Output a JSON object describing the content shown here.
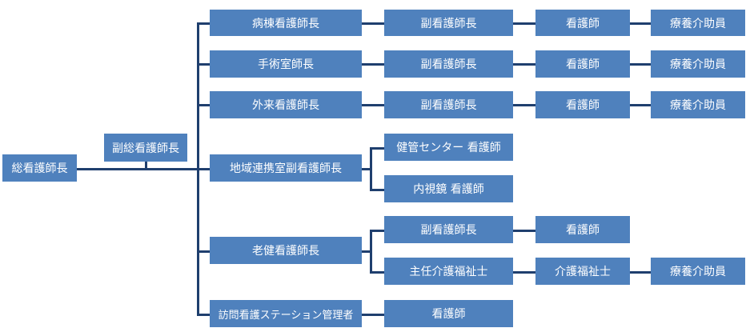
{
  "nodes": {
    "director": "総看護師長",
    "deputy_director": "副総看護師長",
    "ward_head": "病棟看護師長",
    "surgery_head": "手術室師長",
    "outpatient_head": "外来看護師長",
    "community_deputy": "地域連携室副看護師長",
    "elderly_head": "老健看護師長",
    "visiting_manager": "訪問看護ステーション管理者",
    "health_center_nurse": "健管センター 看護師",
    "endoscopy_nurse": "内視鏡 看護師",
    "deputy_nurse_head": "副看護師長",
    "nurse": "看護師",
    "care_assistant": "療養介助員",
    "chief_care_worker": "主任介護福祉士",
    "care_worker": "介護福祉士"
  }
}
